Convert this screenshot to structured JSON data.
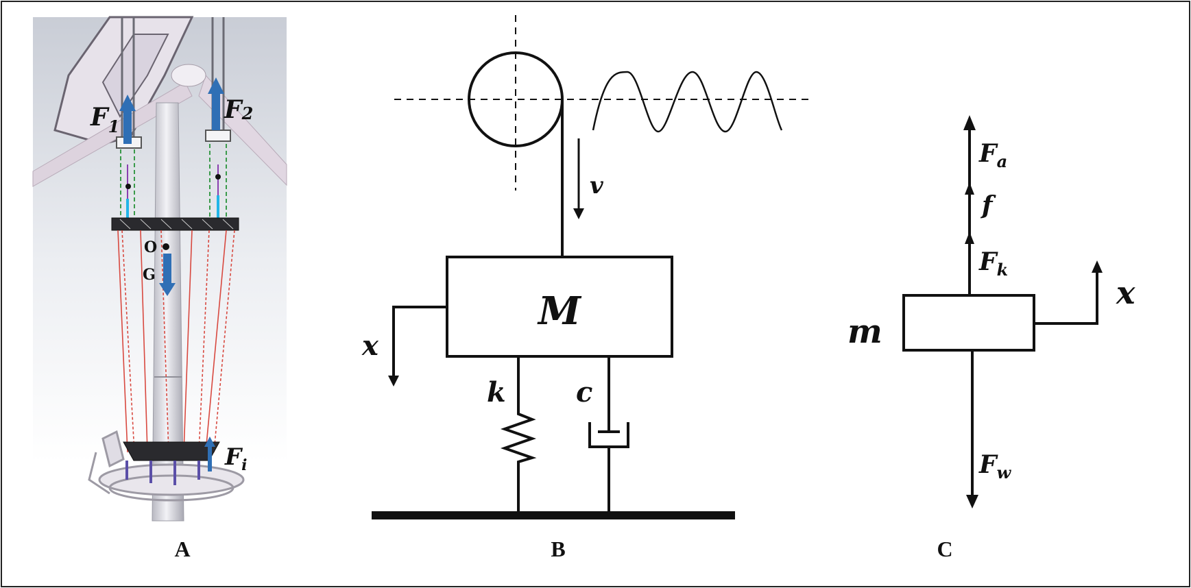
{
  "panels": {
    "A": {
      "label": "A",
      "forces": {
        "f1": {
          "base": "F",
          "sub": "1"
        },
        "f2": {
          "base": "F",
          "sub": "2"
        },
        "fi": {
          "base": "F",
          "sub": "i"
        }
      },
      "point_o": "O",
      "gravity": "G"
    },
    "B": {
      "label": "B",
      "velocity": "v",
      "mass": "M",
      "displacement": "x",
      "spring": "k",
      "damper": "c"
    },
    "C": {
      "label": "C",
      "mass": "m",
      "displacement": "x",
      "forces": {
        "fa": {
          "base": "F",
          "sub": "a"
        },
        "f": "f",
        "fk": {
          "base": "F",
          "sub": "k"
        },
        "fw": {
          "base": "F",
          "sub": "w"
        }
      }
    }
  },
  "colors": {
    "arrow_blue": "#2f6fb5",
    "rope_red": "#d8483f",
    "line_black": "#111111"
  }
}
